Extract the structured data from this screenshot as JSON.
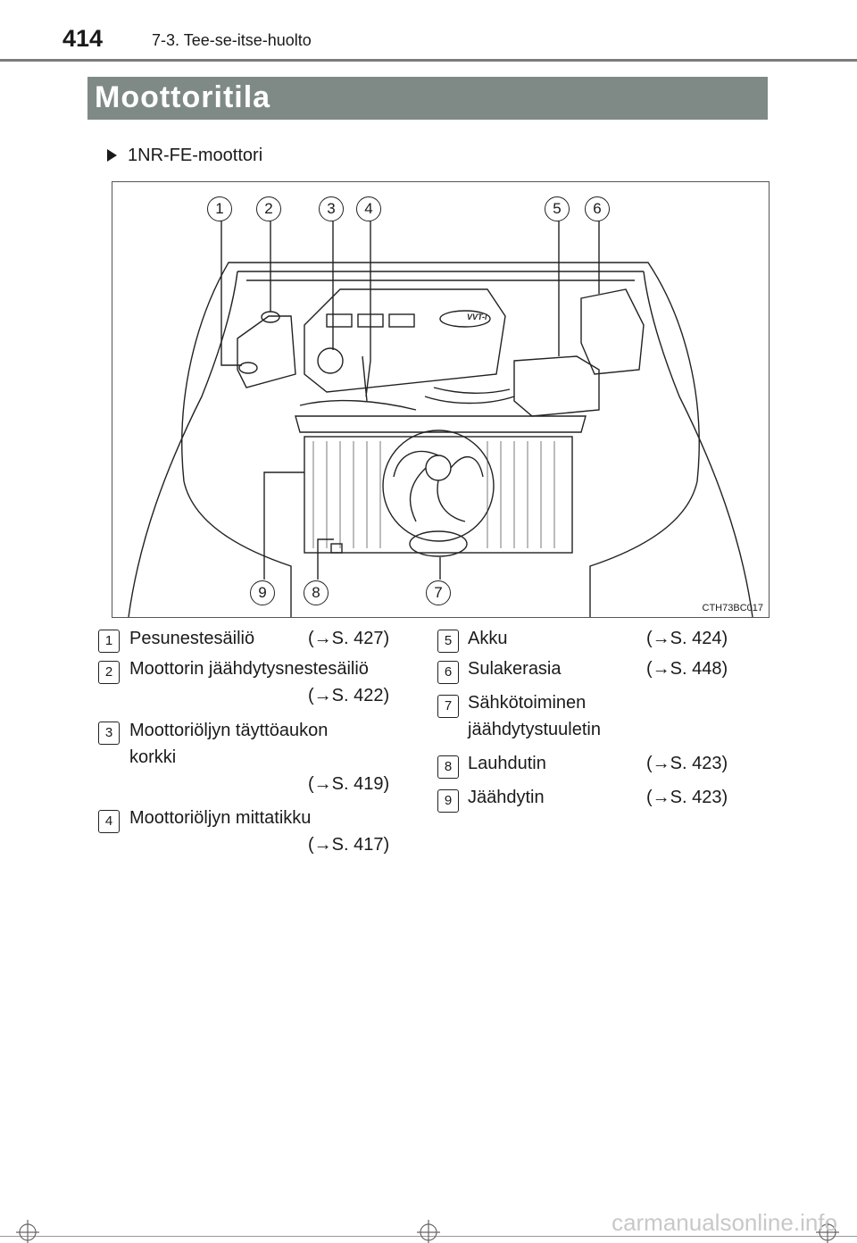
{
  "header": {
    "page_number": "414",
    "chapter": "7-3. Tee-se-itse-huolto"
  },
  "section": {
    "title": "Moottoritila"
  },
  "subheading": "1NR-FE-moottori",
  "figure": {
    "code": "CTH73BC017",
    "callouts": [
      "1",
      "2",
      "3",
      "4",
      "5",
      "6",
      "9",
      "8",
      "7"
    ],
    "logo_text": "VVT-i"
  },
  "legend": [
    {
      "num": "1",
      "name": "Pesunestesäiliö",
      "ref": "(→S. 427)"
    },
    {
      "num": "2",
      "name": "Moottorin jäähdytysnestesäiliö",
      "ref": "(→S. 422)"
    },
    {
      "num": "3",
      "name": "Moottoriöljyn täyttöaukon korkki",
      "ref": "(→S. 419)"
    },
    {
      "num": "4",
      "name": "Moottoriöljyn mittatikku",
      "ref": "(→S. 417)"
    },
    {
      "num": "5",
      "name": "Akku",
      "ref": "(→S. 424)"
    },
    {
      "num": "6",
      "name": "Sulakerasia",
      "ref": "(→S. 448)"
    },
    {
      "num": "7",
      "name": "Sähkötoiminen jäähdytystuuletin",
      "ref": ""
    },
    {
      "num": "8",
      "name": "Lauhdutin",
      "ref": "(→S. 423)"
    },
    {
      "num": "9",
      "name": "Jäähdytin",
      "ref": "(→S. 423)"
    }
  ],
  "watermark": "carmanualsonline.info"
}
